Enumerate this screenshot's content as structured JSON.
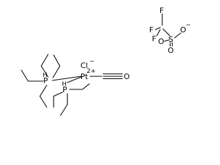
{
  "diagram": {
    "labels": {
      "phosphorus_1": "P",
      "phosphorus_2": "P",
      "hydrogen_1": "H",
      "hydrogen_2": "H",
      "platinum": "Pt",
      "platinum_charge": "2+",
      "chloride": "Cl",
      "chloride_charge": "−",
      "carbonyl_oxygen": "O",
      "fluorine_1": "F",
      "fluorine_2": "F",
      "fluorine_3": "F",
      "sulfur": "S",
      "oxygen_1": "O",
      "oxygen_2": "O",
      "oxygen_3": "O",
      "oxygen_charge": "−"
    }
  }
}
